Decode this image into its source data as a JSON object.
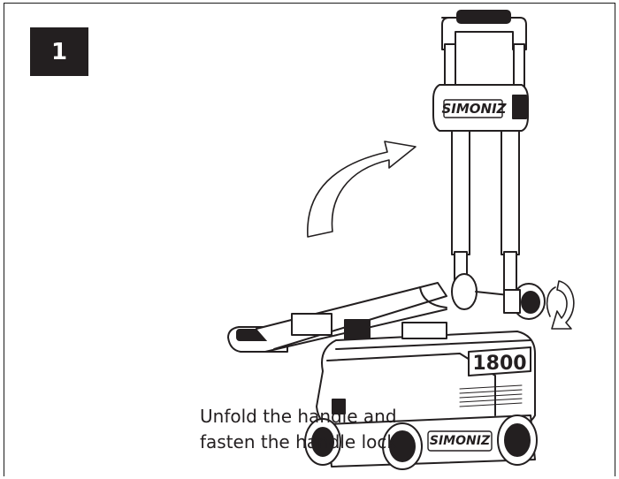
{
  "step": {
    "number": "1"
  },
  "caption": {
    "line1": "Unfold the handle and",
    "line2": "fasten the handle lock"
  },
  "product": {
    "brand_handle": "SIMONIZ",
    "brand_base": "SIMONIZ",
    "model": "1800"
  },
  "icons": [
    "curved-arrow-up-icon",
    "rotate-clockwise-icon",
    "lock-knob-icon"
  ],
  "colors": {
    "ink": "#231f20",
    "badge_bg": "#231f20",
    "badge_text": "#ffffff"
  }
}
